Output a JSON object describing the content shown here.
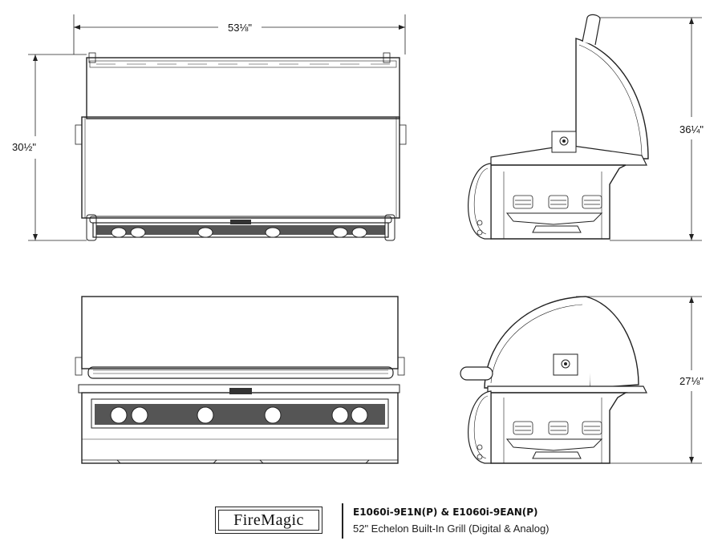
{
  "dimensions": {
    "width_top": "53⅛\"",
    "height_front_closed": "30½\"",
    "height_side_open": "36¼\"",
    "height_side_closed": "27⅛\""
  },
  "brand": {
    "logo": "FireMagic",
    "model": "E1060i-9E1N(P) & E1060i-9EAN(P)",
    "description": "52\" Echelon Built-In Grill (Digital & Analog)"
  },
  "views": {
    "knobs_per_panel": 6
  }
}
